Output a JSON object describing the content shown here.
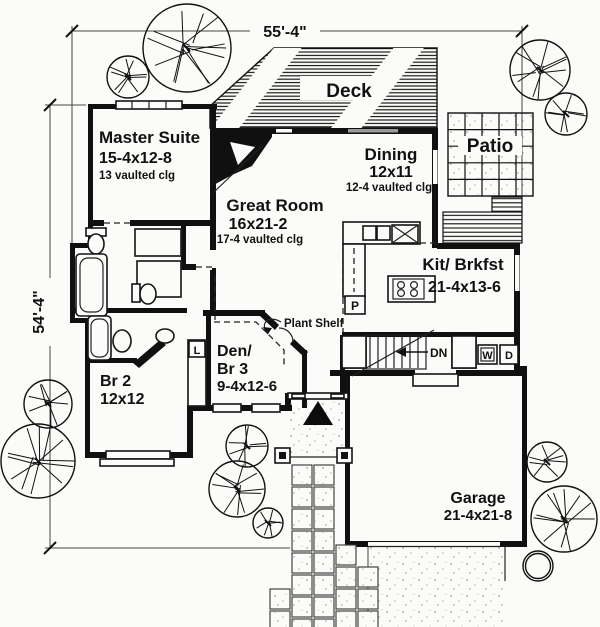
{
  "dimensions": {
    "width": "55'-4\"",
    "height": "54'-4\""
  },
  "rooms": {
    "deck": {
      "name": "Deck"
    },
    "patio": {
      "name": "Patio"
    },
    "master": {
      "name": "Master Suite",
      "size": "15-4x12-8",
      "ceiling": "13 vaulted clg"
    },
    "dining": {
      "name": "Dining",
      "size": "12x11",
      "ceiling": "12-4 vaulted clg"
    },
    "great": {
      "name": "Great Room",
      "size": "16x21-2",
      "ceiling": "17-4 vaulted clg"
    },
    "kitchen": {
      "name": "Kit/ Brkfst",
      "size": "21-4x13-6"
    },
    "den": {
      "line1": "Den/",
      "line2": "Br 3",
      "size": "9-4x12-6"
    },
    "br2": {
      "name": "Br 2",
      "size": "12x12"
    },
    "garage": {
      "name": "Garage",
      "size": "21-4x21-8"
    }
  },
  "labels": {
    "plant_shelf": "Plant Shelf",
    "down": "DN",
    "pantry": "P",
    "linen": "L",
    "washer": "W",
    "dryer": "D"
  },
  "colors": {
    "ink": "#111111",
    "paper": "#fbfbf9"
  }
}
